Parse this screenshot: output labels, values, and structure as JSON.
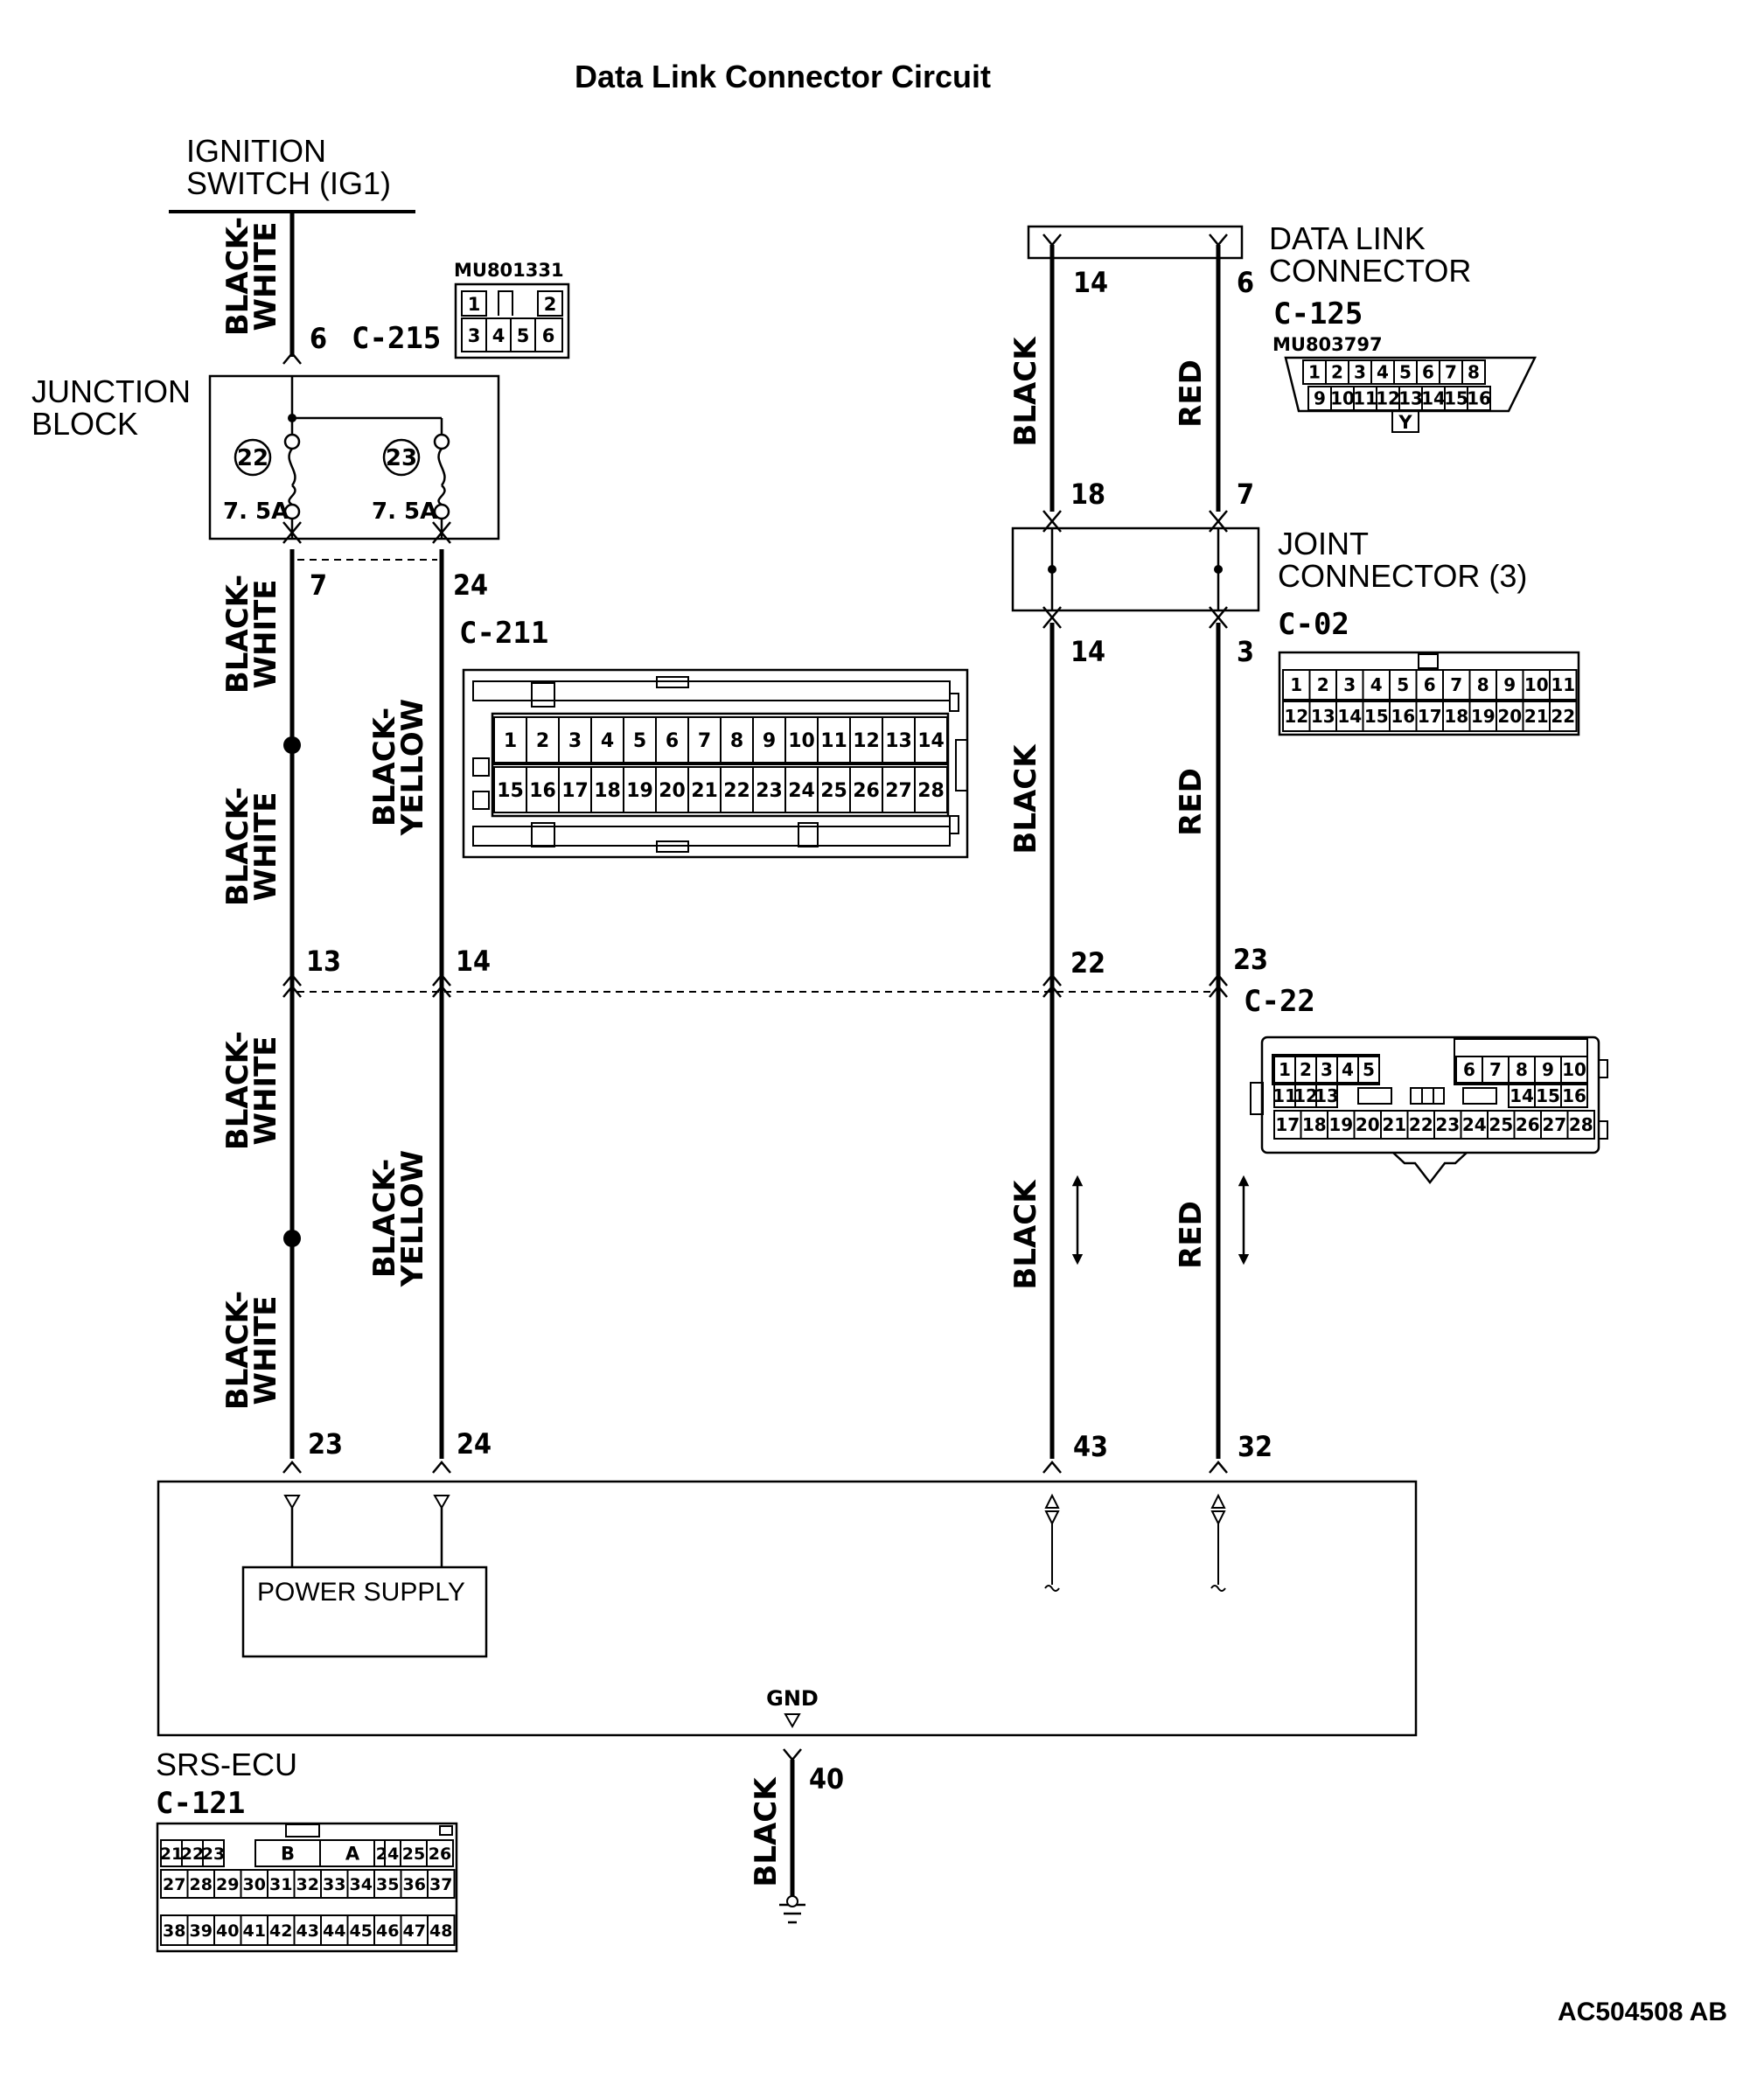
{
  "title": "Data Link Connector Circuit",
  "reference": "AC504508 AB",
  "ignition_switch": {
    "line1": "IGNITION",
    "line2": "SWITCH (IG1)"
  },
  "junction_block": {
    "line1": "JUNCTION",
    "line2": "BLOCK"
  },
  "fuses": [
    {
      "number": "22",
      "rating": "7. 5A"
    },
    {
      "number": "23",
      "rating": "7. 5A"
    }
  ],
  "data_link_connector": {
    "line1": "DATA LINK",
    "line2": "CONNECTOR",
    "code": "C-125",
    "part": "MU803797",
    "pins_top": [
      "1",
      "2",
      "3",
      "4",
      "5",
      "6",
      "7",
      "8"
    ],
    "pins_bottom": [
      "9",
      "10",
      "11",
      "12",
      "13",
      "14",
      "15",
      "16"
    ],
    "key": "Y"
  },
  "joint_connector": {
    "line1": "JOINT",
    "line2": "CONNECTOR (3)",
    "code": "C-02",
    "pins_top": [
      "1",
      "2",
      "3",
      "4",
      "5",
      "6",
      "7",
      "8",
      "9",
      "10",
      "11"
    ],
    "pins_bottom": [
      "12",
      "13",
      "14",
      "15",
      "16",
      "17",
      "18",
      "19",
      "20",
      "21",
      "22"
    ]
  },
  "c215": {
    "code": "C-215",
    "part": "MU801331",
    "pins": [
      "1",
      "2",
      "3",
      "4",
      "5",
      "6"
    ]
  },
  "c211": {
    "code": "C-211",
    "pins_top": [
      "1",
      "2",
      "3",
      "4",
      "5",
      "6",
      "7",
      "8",
      "9",
      "10",
      "11",
      "12",
      "13",
      "14"
    ],
    "pins_bottom": [
      "15",
      "16",
      "17",
      "18",
      "19",
      "20",
      "21",
      "22",
      "23",
      "24",
      "25",
      "26",
      "27",
      "28"
    ]
  },
  "c22": {
    "code": "C-22",
    "row1": [
      "1",
      "2",
      "3",
      "4",
      "5",
      "6",
      "7",
      "8",
      "9",
      "10"
    ],
    "row2": [
      "11",
      "12",
      "13",
      "14",
      "15",
      "16"
    ],
    "row3": [
      "17",
      "18",
      "19",
      "20",
      "21",
      "22",
      "23",
      "24",
      "25",
      "26",
      "27",
      "28"
    ]
  },
  "srs_ecu": {
    "name": "SRS-ECU",
    "code": "C-121",
    "power_supply": "POWER SUPPLY",
    "gnd": "GND",
    "row1": [
      "21",
      "22",
      "23",
      "B",
      "A",
      "24",
      "25",
      "26"
    ],
    "row2": [
      "27",
      "28",
      "29",
      "30",
      "31",
      "32",
      "33",
      "34",
      "35",
      "36",
      "37"
    ],
    "row3": [
      "38",
      "39",
      "40",
      "41",
      "42",
      "43",
      "44",
      "45",
      "46",
      "47",
      "48"
    ]
  },
  "wire_colors": {
    "black_white_1": "BLACK-",
    "black_white_2": "WHITE",
    "black_yellow_1": "BLACK-",
    "black_yellow_2": "YELLOW",
    "black": "BLACK",
    "red": "RED"
  },
  "pins": {
    "c215_6": "6",
    "c211_7": "7",
    "c211_24": "24",
    "dlc_14": "14",
    "dlc_6": "6",
    "jc_18": "18",
    "jc_7": "7",
    "jc_14": "14",
    "jc_3": "3",
    "c22_13": "13",
    "c22_14": "14",
    "c22_22": "22",
    "c22_23": "23",
    "ecu_23": "23",
    "ecu_24": "24",
    "ecu_43": "43",
    "ecu_32": "32",
    "ecu_40": "40"
  }
}
